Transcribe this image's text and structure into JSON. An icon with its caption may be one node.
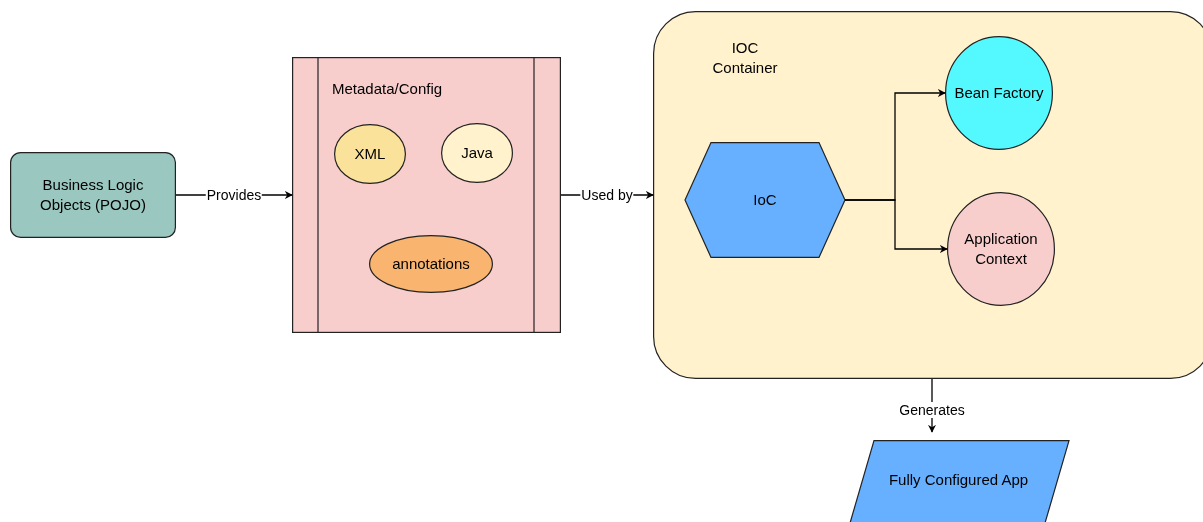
{
  "diagram": {
    "nodes": [
      {
        "text": [
          "Business Logic Objects (POJO)"
        ]
      },
      {
        "text": [
          "Metadata/Config"
        ]
      },
      {
        "text": [
          "XML"
        ],
        "in": 1
      },
      {
        "text": [
          "Java"
        ],
        "in": 1
      },
      {
        "text": [
          "annotations"
        ],
        "in": 1
      },
      {
        "text": [
          "IOC Container"
        ]
      },
      {
        "text": [
          "IoC"
        ],
        "in": 5
      },
      {
        "text": [
          "Bean Factory"
        ],
        "in": 5
      },
      {
        "text": [
          "Application Context"
        ],
        "in": 5
      },
      {
        "text": [
          "Fully Configured App"
        ]
      }
    ],
    "edges": [
      {
        "from": 0,
        "to": 1,
        "arrow": "to",
        "label": "Provides"
      },
      {
        "from": 1,
        "to": 5,
        "arrow": "to",
        "label": "Used by"
      },
      {
        "from": 6,
        "to": 7,
        "arrow": "to"
      },
      {
        "from": 6,
        "to": 8,
        "arrow": "to"
      },
      {
        "from": 5,
        "to": 9,
        "arrow": "to",
        "label": "Generates"
      }
    ]
  }
}
